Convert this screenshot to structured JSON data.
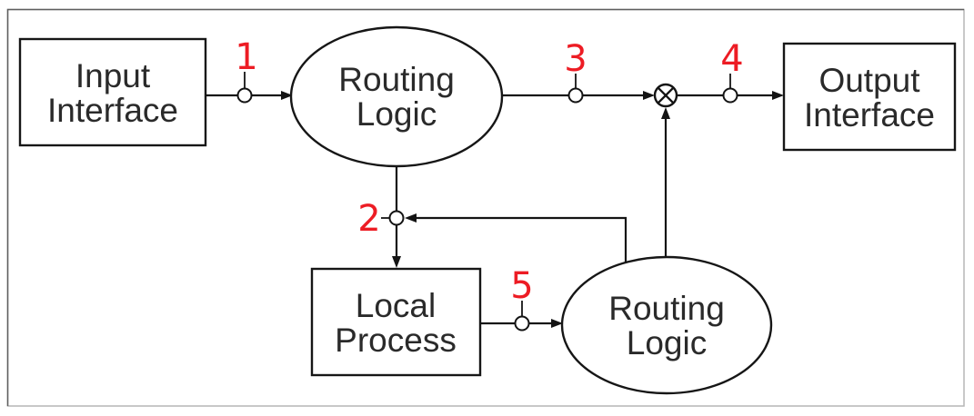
{
  "diagram": {
    "type": "block-diagram",
    "background": "#ffffff",
    "colors": {
      "line": "#141414",
      "node_border": "#161616",
      "node_fill": "#ffffff",
      "node_text": "#2a2a2a",
      "marker_label_red": "#ed1c24",
      "frame_border": "#8f8f8f"
    },
    "nodes": {
      "input_interface": {
        "shape": "rectangle",
        "lines": [
          "Input",
          "Interface"
        ]
      },
      "routing_logic_top": {
        "shape": "ellipse",
        "lines": [
          "Routing",
          "Logic"
        ]
      },
      "output_interface": {
        "shape": "rectangle",
        "lines": [
          "Output",
          "Interface"
        ]
      },
      "local_process": {
        "shape": "rectangle",
        "lines": [
          "Local",
          "Process"
        ]
      },
      "routing_logic_bottom": {
        "shape": "ellipse",
        "lines": [
          "Routing",
          "Logic"
        ]
      }
    },
    "junction": {
      "type": "multiply",
      "glyph": "circled-times"
    },
    "marker_labels": [
      "1",
      "2",
      "3",
      "4",
      "5"
    ],
    "edges": [
      {
        "from": "input_interface",
        "to": "routing_logic_top",
        "marker": "1"
      },
      {
        "from": "routing_logic_top",
        "to": "multiply_junction",
        "marker": "3"
      },
      {
        "from": "multiply_junction",
        "to": "output_interface",
        "marker": "4"
      },
      {
        "from": "routing_logic_top",
        "to": "local_process",
        "marker": "2"
      },
      {
        "from": "routing_logic_bottom",
        "to": "point_2_feedback",
        "marker": ""
      },
      {
        "from": "local_process",
        "to": "routing_logic_bottom",
        "marker": "5"
      },
      {
        "from": "routing_logic_bottom",
        "to": "multiply_junction",
        "marker": ""
      }
    ]
  }
}
